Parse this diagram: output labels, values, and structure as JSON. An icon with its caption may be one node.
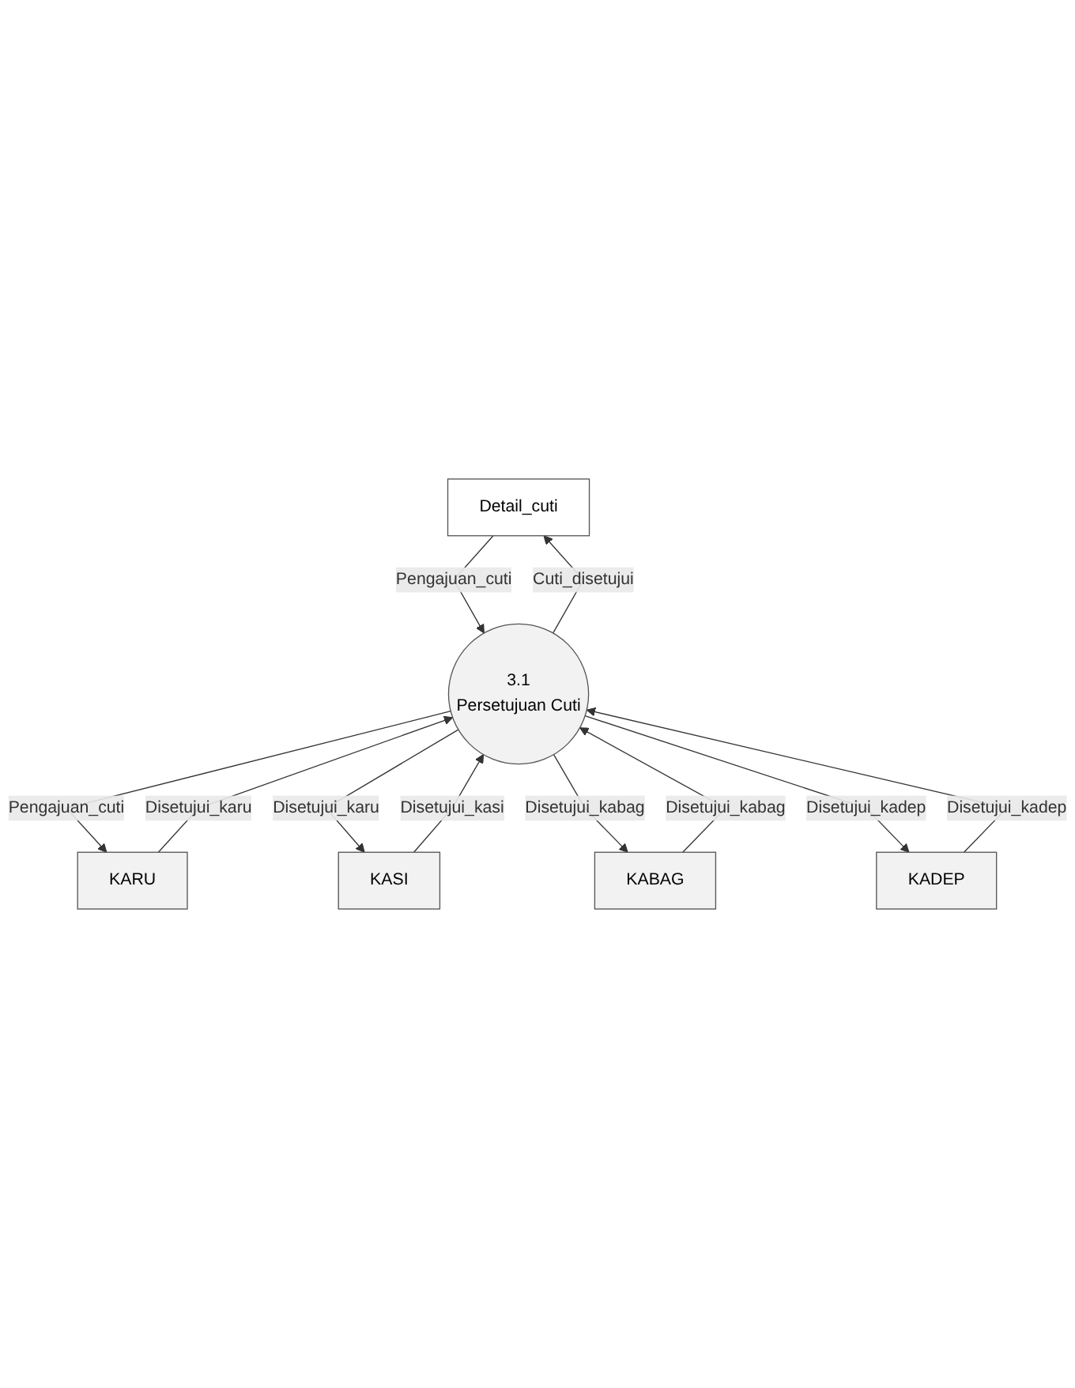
{
  "diagram": {
    "nodes": [
      {
        "text": [
          "Detail_cuti"
        ]
      },
      {
        "text": [
          "3.1",
          "Persetujuan Cuti"
        ]
      },
      {
        "text": [
          "KARU"
        ]
      },
      {
        "text": [
          "KASI"
        ]
      },
      {
        "text": [
          "KABAG"
        ]
      },
      {
        "text": [
          "KADEP"
        ]
      }
    ],
    "edges": [
      {
        "from": 1,
        "to": 0,
        "arrow": "to",
        "label": "Cuti_disetujui"
      },
      {
        "from": 0,
        "to": 1,
        "arrow": "to",
        "label": "Pengajuan_cuti"
      },
      {
        "from": 1,
        "to": 2,
        "arrow": "to",
        "label": "Pengajuan_cuti"
      },
      {
        "from": 2,
        "to": 1,
        "arrow": "to",
        "label": "Disetujui_karu"
      },
      {
        "from": 1,
        "to": 3,
        "arrow": "to",
        "label": "Disetujui_karu"
      },
      {
        "from": 3,
        "to": 1,
        "arrow": "to",
        "label": "Disetujui_kasi"
      },
      {
        "from": 1,
        "to": 4,
        "arrow": "to",
        "label": "Disetujui_kabag"
      },
      {
        "from": 4,
        "to": 1,
        "arrow": "to",
        "label": "Disetujui_kabag"
      },
      {
        "from": 1,
        "to": 5,
        "arrow": "to",
        "label": "Disetujui_kadep"
      },
      {
        "from": 5,
        "to": 1,
        "arrow": "to",
        "label": "Disetujui_kadep"
      }
    ]
  }
}
